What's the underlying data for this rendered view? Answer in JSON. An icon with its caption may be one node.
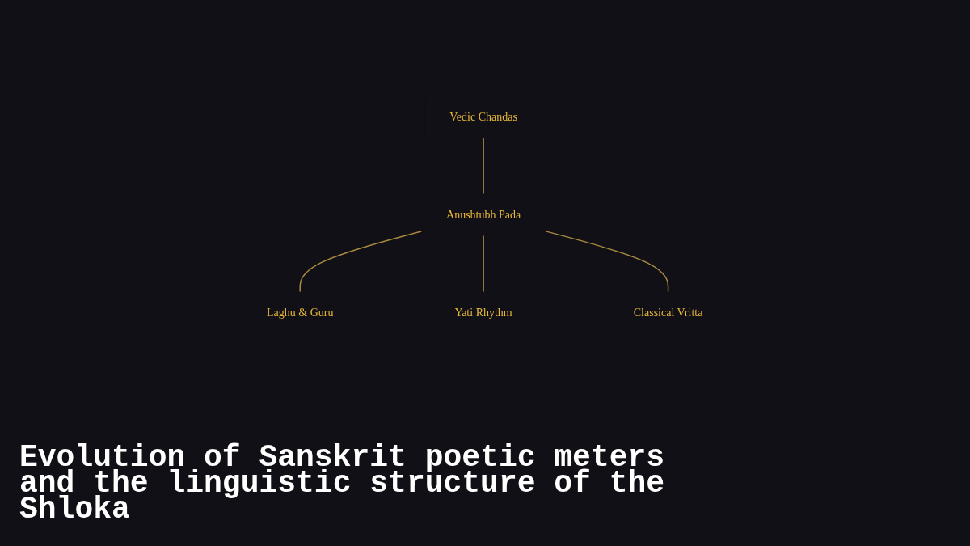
{
  "diagram": {
    "title": "Evolution of Sanskrit poetic meters and the linguistic structure of the Shloka",
    "nodes": [
      {
        "text": [
          "Vedic Chandas"
        ]
      },
      {
        "text": [
          "Laghu & Guru"
        ]
      },
      {
        "text": [
          "Anushtubh Pada"
        ]
      },
      {
        "text": [
          "Yati Rhythm"
        ]
      },
      {
        "text": [
          "Classical Vritta"
        ]
      }
    ],
    "edges": [
      {
        "from": 0,
        "to": 2,
        "arrow": "none"
      },
      {
        "from": 2,
        "to": 1,
        "arrow": "none"
      },
      {
        "from": 2,
        "to": 3,
        "arrow": "none"
      },
      {
        "from": 2,
        "to": 4,
        "arrow": "none"
      }
    ]
  }
}
